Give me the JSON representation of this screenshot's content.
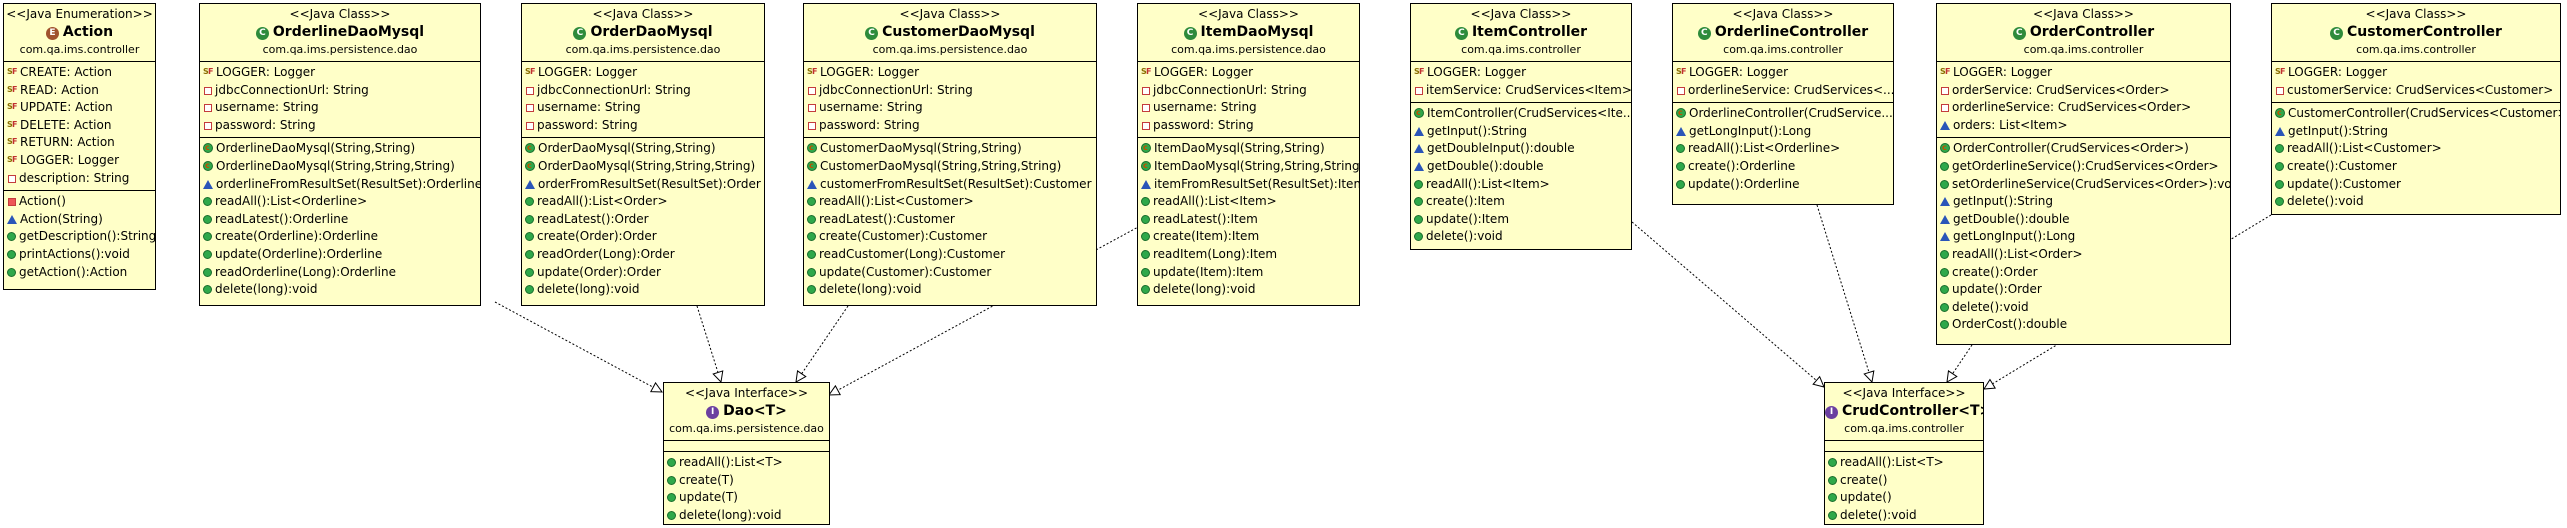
{
  "classes": [
    {
      "stereotype": "<<Java Enumeration>>",
      "kind": "E",
      "name": "Action",
      "package": "com.qa.ims.controller",
      "attributes": [
        {
          "v": "sfin",
          "t": "CREATE: Action"
        },
        {
          "v": "sfin",
          "t": "READ: Action"
        },
        {
          "v": "sfin",
          "t": "UPDATE: Action"
        },
        {
          "v": "sfin",
          "t": "DELETE: Action"
        },
        {
          "v": "sfin",
          "t": "RETURN: Action"
        },
        {
          "v": "sfin",
          "t": "LOGGER: Logger"
        },
        {
          "v": "priv",
          "t": "description: String"
        }
      ],
      "operations": [
        {
          "v": "privctor",
          "t": "Action()"
        },
        {
          "v": "pkg",
          "t": "Action(String)"
        },
        {
          "v": "pub",
          "t": "getDescription():String"
        },
        {
          "v": "pub",
          "t": "printActions():void"
        },
        {
          "v": "pub",
          "t": "getAction():Action"
        }
      ]
    },
    {
      "stereotype": "<<Java Class>>",
      "kind": "C",
      "name": "OrderlineDaoMysql",
      "package": "com.qa.ims.persistence.dao",
      "attributes": [
        {
          "v": "sfin",
          "t": "LOGGER: Logger"
        },
        {
          "v": "priv",
          "t": "jdbcConnectionUrl: String"
        },
        {
          "v": "priv",
          "t": "username: String"
        },
        {
          "v": "priv",
          "t": "password: String"
        }
      ],
      "operations": [
        {
          "v": "ctor",
          "t": "OrderlineDaoMysql(String,String)"
        },
        {
          "v": "ctor",
          "t": "OrderlineDaoMysql(String,String,String)"
        },
        {
          "v": "pkg",
          "t": "orderlineFromResultSet(ResultSet):Orderline"
        },
        {
          "v": "pub",
          "t": "readAll():List<Orderline>"
        },
        {
          "v": "pub",
          "t": "readLatest():Orderline"
        },
        {
          "v": "pub",
          "t": "create(Orderline):Orderline"
        },
        {
          "v": "pub",
          "t": "update(Orderline):Orderline"
        },
        {
          "v": "pub",
          "t": "readOrderline(Long):Orderline"
        },
        {
          "v": "pub",
          "t": "delete(long):void"
        }
      ]
    },
    {
      "stereotype": "<<Java Class>>",
      "kind": "C",
      "name": "OrderDaoMysql",
      "package": "com.qa.ims.persistence.dao",
      "attributes": [
        {
          "v": "sfin",
          "t": "LOGGER: Logger"
        },
        {
          "v": "priv",
          "t": "jdbcConnectionUrl: String"
        },
        {
          "v": "priv",
          "t": "username: String"
        },
        {
          "v": "priv",
          "t": "password: String"
        }
      ],
      "operations": [
        {
          "v": "ctor",
          "t": "OrderDaoMysql(String,String)"
        },
        {
          "v": "ctor",
          "t": "OrderDaoMysql(String,String,String)"
        },
        {
          "v": "pkg",
          "t": "orderFromResultSet(ResultSet):Order"
        },
        {
          "v": "pub",
          "t": "readAll():List<Order>"
        },
        {
          "v": "pub",
          "t": "readLatest():Order"
        },
        {
          "v": "pub",
          "t": "create(Order):Order"
        },
        {
          "v": "pub",
          "t": "readOrder(Long):Order"
        },
        {
          "v": "pub",
          "t": "update(Order):Order"
        },
        {
          "v": "pub",
          "t": "delete(long):void"
        }
      ]
    },
    {
      "stereotype": "<<Java Class>>",
      "kind": "C",
      "name": "CustomerDaoMysql",
      "package": "com.qa.ims.persistence.dao",
      "attributes": [
        {
          "v": "sfin",
          "t": "LOGGER: Logger"
        },
        {
          "v": "priv",
          "t": "jdbcConnectionUrl: String"
        },
        {
          "v": "priv",
          "t": "username: String"
        },
        {
          "v": "priv",
          "t": "password: String"
        }
      ],
      "operations": [
        {
          "v": "ctor",
          "t": "CustomerDaoMysql(String,String)"
        },
        {
          "v": "ctor",
          "t": "CustomerDaoMysql(String,String,String)"
        },
        {
          "v": "pkg",
          "t": "customerFromResultSet(ResultSet):Customer"
        },
        {
          "v": "pub",
          "t": "readAll():List<Customer>"
        },
        {
          "v": "pub",
          "t": "readLatest():Customer"
        },
        {
          "v": "pub",
          "t": "create(Customer):Customer"
        },
        {
          "v": "pub",
          "t": "readCustomer(Long):Customer"
        },
        {
          "v": "pub",
          "t": "update(Customer):Customer"
        },
        {
          "v": "pub",
          "t": "delete(long):void"
        }
      ]
    },
    {
      "stereotype": "<<Java Class>>",
      "kind": "C",
      "name": "ItemDaoMysql",
      "package": "com.qa.ims.persistence.dao",
      "attributes": [
        {
          "v": "sfin",
          "t": "LOGGER: Logger"
        },
        {
          "v": "priv",
          "t": "jdbcConnectionUrl: String"
        },
        {
          "v": "priv",
          "t": "username: String"
        },
        {
          "v": "priv",
          "t": "password: String"
        }
      ],
      "operations": [
        {
          "v": "ctor",
          "t": "ItemDaoMysql(String,String)"
        },
        {
          "v": "ctor",
          "t": "ItemDaoMysql(String,String,String)"
        },
        {
          "v": "pkg",
          "t": "itemFromResultSet(ResultSet):Item"
        },
        {
          "v": "pub",
          "t": "readAll():List<Item>"
        },
        {
          "v": "pub",
          "t": "readLatest():Item"
        },
        {
          "v": "pub",
          "t": "create(Item):Item"
        },
        {
          "v": "pub",
          "t": "readItem(Long):Item"
        },
        {
          "v": "pub",
          "t": "update(Item):Item"
        },
        {
          "v": "pub",
          "t": "delete(long):void"
        }
      ]
    },
    {
      "stereotype": "<<Java Class>>",
      "kind": "C",
      "name": "ItemController",
      "package": "com.qa.ims.controller",
      "attributes": [
        {
          "v": "sfin",
          "t": "LOGGER: Logger"
        },
        {
          "v": "priv",
          "t": "itemService: CrudServices<Item>"
        }
      ],
      "operations": [
        {
          "v": "ctor",
          "t": "ItemController(CrudServices<Ite..."
        },
        {
          "v": "pkg",
          "t": "getInput():String"
        },
        {
          "v": "pkg",
          "t": "getDoubleInput():double"
        },
        {
          "v": "pkg",
          "t": "getDouble():double"
        },
        {
          "v": "pub",
          "t": "readAll():List<Item>"
        },
        {
          "v": "pub",
          "t": "create():Item"
        },
        {
          "v": "pub",
          "t": "update():Item"
        },
        {
          "v": "pub",
          "t": "delete():void"
        }
      ]
    },
    {
      "stereotype": "<<Java Class>>",
      "kind": "C",
      "name": "OrderlineController",
      "package": "com.qa.ims.controller",
      "attributes": [
        {
          "v": "sfin",
          "t": "LOGGER: Logger"
        },
        {
          "v": "priv",
          "t": "orderlineService: CrudServices<..."
        }
      ],
      "operations": [
        {
          "v": "ctor",
          "t": "OrderlineController(CrudService..."
        },
        {
          "v": "pkg",
          "t": "getLongInput():Long"
        },
        {
          "v": "pub",
          "t": "readAll():List<Orderline>"
        },
        {
          "v": "pub",
          "t": "create():Orderline"
        },
        {
          "v": "pub",
          "t": "update():Orderline"
        }
      ]
    },
    {
      "stereotype": "<<Java Class>>",
      "kind": "C",
      "name": "OrderController",
      "package": "com.qa.ims.controller",
      "attributes": [
        {
          "v": "sfin",
          "t": "LOGGER: Logger"
        },
        {
          "v": "priv",
          "t": "orderService: CrudServices<Order>"
        },
        {
          "v": "priv",
          "t": "orderlineService: CrudServices<Order>"
        },
        {
          "v": "pkg",
          "t": "orders: List<Item>"
        }
      ],
      "operations": [
        {
          "v": "ctor",
          "t": "OrderController(CrudServices<Order>)"
        },
        {
          "v": "pub",
          "t": "getOrderlineService():CrudServices<Order>"
        },
        {
          "v": "pub",
          "t": "setOrderlineService(CrudServices<Order>):void"
        },
        {
          "v": "pkg",
          "t": "getInput():String"
        },
        {
          "v": "pkg",
          "t": "getDouble():double"
        },
        {
          "v": "pkg",
          "t": "getLongInput():Long"
        },
        {
          "v": "pub",
          "t": "readAll():List<Order>"
        },
        {
          "v": "pub",
          "t": "create():Order"
        },
        {
          "v": "pub",
          "t": "update():Order"
        },
        {
          "v": "pub",
          "t": "delete():void"
        },
        {
          "v": "pub",
          "t": "OrderCost():double"
        }
      ]
    },
    {
      "stereotype": "<<Java Class>>",
      "kind": "C",
      "name": "CustomerController",
      "package": "com.qa.ims.controller",
      "attributes": [
        {
          "v": "sfin",
          "t": "LOGGER: Logger"
        },
        {
          "v": "priv",
          "t": "customerService: CrudServices<Customer>"
        }
      ],
      "operations": [
        {
          "v": "ctor",
          "t": "CustomerController(CrudServices<Customer>)"
        },
        {
          "v": "pkg",
          "t": "getInput():String"
        },
        {
          "v": "pub",
          "t": "readAll():List<Customer>"
        },
        {
          "v": "pub",
          "t": "create():Customer"
        },
        {
          "v": "pub",
          "t": "update():Customer"
        },
        {
          "v": "pub",
          "t": "delete():void"
        }
      ]
    },
    {
      "stereotype": "<<Java Interface>>",
      "kind": "I",
      "name": "Dao<T>",
      "package": "com.qa.ims.persistence.dao",
      "attributes": [],
      "operations": [
        {
          "v": "pub",
          "t": "readAll():List<T>"
        },
        {
          "v": "pub",
          "t": "create(T)"
        },
        {
          "v": "pub",
          "t": "update(T)"
        },
        {
          "v": "pub",
          "t": "delete(long):void"
        }
      ]
    },
    {
      "stereotype": "<<Java Interface>>",
      "kind": "I",
      "name": "CrudController<T>",
      "package": "com.qa.ims.controller",
      "attributes": [],
      "operations": [
        {
          "v": "pub",
          "t": "readAll():List<T>"
        },
        {
          "v": "pub",
          "t": "create()"
        },
        {
          "v": "pub",
          "t": "update()"
        },
        {
          "v": "pub",
          "t": "delete():void"
        }
      ]
    }
  ]
}
